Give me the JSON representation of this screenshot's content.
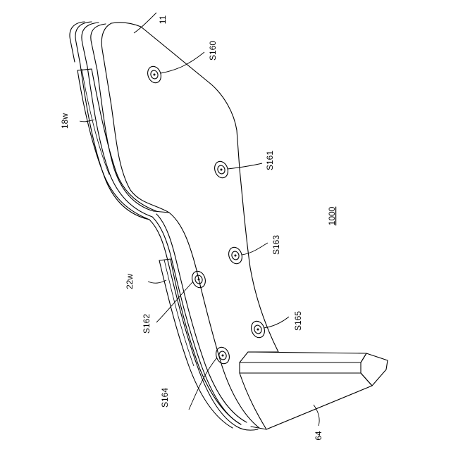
{
  "figure": {
    "labels": {
      "part_11": "11",
      "s160": "S160",
      "s161": "S161",
      "s162": "S162",
      "s163": "S163",
      "s164": "S164",
      "s165": "S165",
      "part_18w": "18w",
      "part_22w": "22w",
      "part_64": "64",
      "assembly_1000": "1000"
    }
  }
}
